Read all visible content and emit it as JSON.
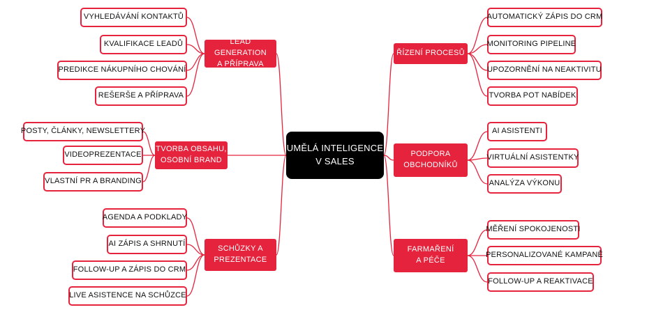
{
  "colors": {
    "accent": "#e5233d",
    "center": "#000000",
    "line": "#e5233d"
  },
  "center": {
    "label": "Umělá inteligence\nv sales"
  },
  "branches": [
    {
      "label": "Lead generation\na příprava",
      "leaves": [
        "Vyhledávání kontaktů",
        "Kvalifikace leadů",
        "Predikce nákupního chování",
        "Rešerše a příprava"
      ]
    },
    {
      "label": "Tvorba obsahu,\nosobní brand",
      "leaves": [
        "Posty, články, newslettery",
        "Videoprezentace",
        "Vlastní PR a branding"
      ]
    },
    {
      "label": "Schůzky a\nprezentace",
      "leaves": [
        "Agenda a podklady",
        "AI zápis a shrnutí",
        "Follow-up a zápis do CRM",
        "Live asistence na schůzce"
      ]
    },
    {
      "label": "Řízení procesů",
      "leaves": [
        "Automatický zápis do CRM",
        "Monitoring pipeline",
        "Upozornění na neaktivitu",
        "Tvorba pot nabídek"
      ]
    },
    {
      "label": "Podpora\nobchodníků",
      "leaves": [
        "AI asistenti",
        "Virtuální asistentky",
        "Analýza výkonu"
      ]
    },
    {
      "label": "Farmaření\na péče",
      "leaves": [
        "Měření spokojenosti",
        "Personalizované kampaně",
        "Follow-up a reaktivace"
      ]
    }
  ]
}
